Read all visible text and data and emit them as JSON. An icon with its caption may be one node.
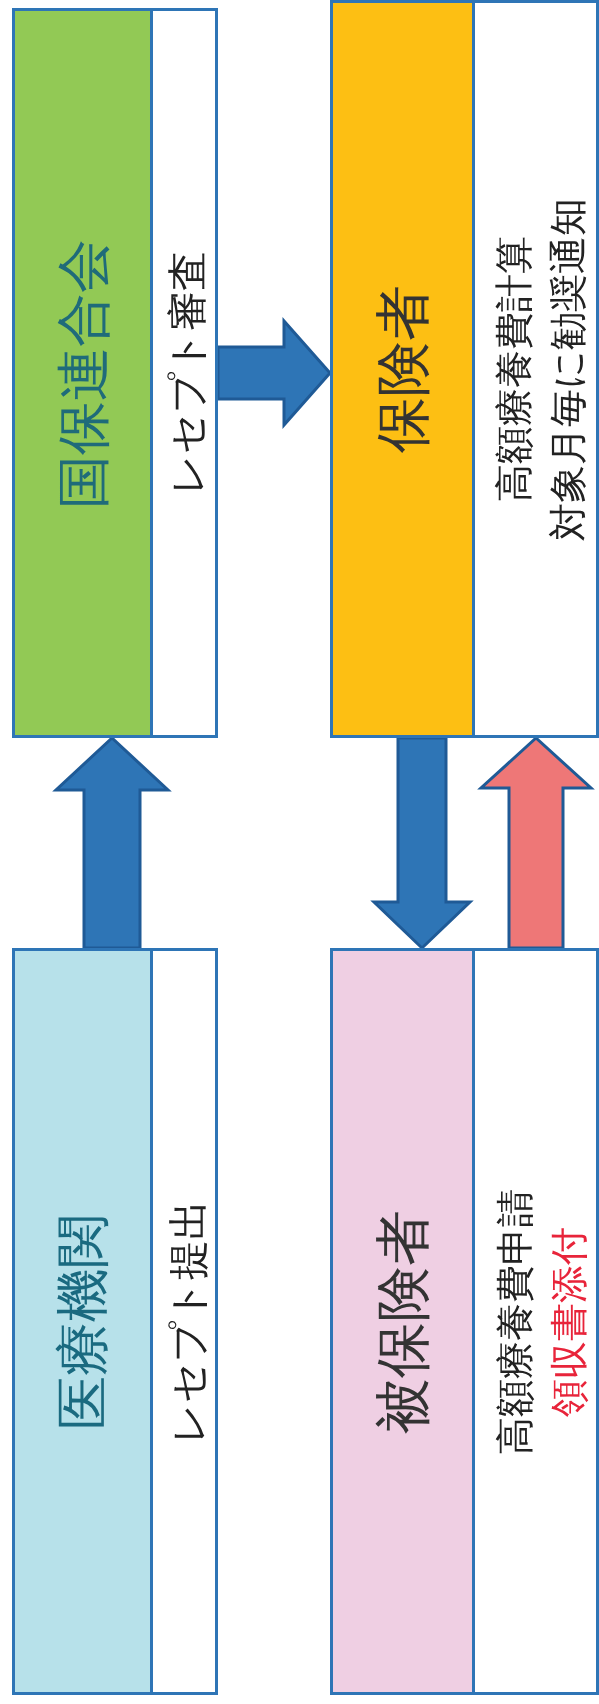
{
  "diagram": {
    "nodes": [
      {
        "text": [
          "国保連合会",
          "レセプト審査"
        ]
      },
      {
        "text": [
          "保険者",
          "高額療養費計算",
          "対象月毎に勧奨通知"
        ]
      },
      {
        "text": [
          "医療機関",
          "レセプト提出"
        ]
      },
      {
        "text": [
          "被保険者",
          "高額療養費申請",
          "領収書添付"
        ]
      }
    ],
    "edges": [
      {
        "from": 2,
        "to": 0,
        "arrow": "to"
      },
      {
        "from": 0,
        "to": 1,
        "arrow": "to"
      },
      {
        "from": 1,
        "to": 3,
        "arrow": "to"
      },
      {
        "from": 3,
        "to": 1,
        "arrow": "to",
        "color": "#ee7777"
      }
    ]
  }
}
